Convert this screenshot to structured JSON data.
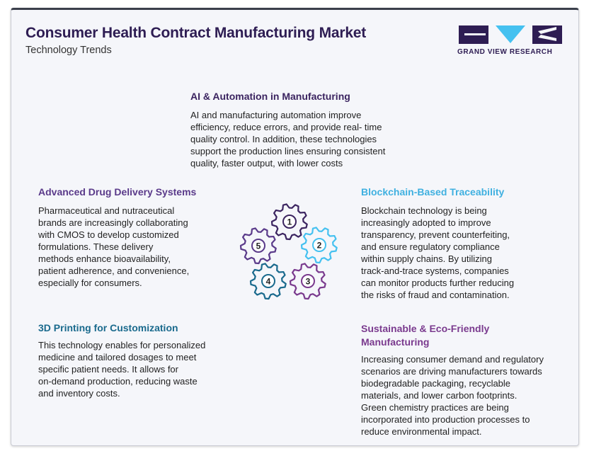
{
  "header": {
    "title": "Consumer Health Contract Manufacturing Market",
    "subtitle": "Technology Trends"
  },
  "logo": {
    "text": "GRAND VIEW RESEARCH",
    "color": "#2e1d53",
    "accent": "#45c1f0"
  },
  "sections": {
    "ai": {
      "title": "AI & Automation in Manufacturing",
      "body": "AI and manufacturing automation improve\nefficiency, reduce errors, and provide real- time\nquality control. In addition, these technologies\nsupport the production lines ensuring consistent\nquality, faster output, with lower costs"
    },
    "drug": {
      "title": "Advanced Drug Delivery Systems",
      "body": "Pharmaceutical and nutraceutical\nbrands are increasingly collaborating\nwith CMOS to develop customized\nformulations. These delivery\nmethods enhance bioavailability,\npatient adherence, and convenience,\nespecially for consumers."
    },
    "blockchain": {
      "title": "Blockchain-Based Traceability",
      "body": "Blockchain technology is being\nincreasingly adopted to improve\ntransparency, prevent counterfeiting,\nand ensure regulatory compliance\nwithin supply chains. By utilizing\ntrack-and-trace systems, companies\ncan monitor products further reducing\nthe risks of fraud and contamination."
    },
    "printing": {
      "title": "3D Printing for Customization",
      "body": "This technology enables for personalized\nmedicine and tailored dosages to meet\nspecific patient needs. It allows for\non-demand production, reducing waste\nand inventory costs."
    },
    "sustainable": {
      "title": "Sustainable & Eco-Friendly\nManufacturing",
      "body": "Increasing consumer demand and regulatory\nscenarios are driving manufacturers towards\nbiodegradable packaging, recyclable\nmaterials, and lower carbon footprints.\nGreen chemistry practices are being\nincorporated into production processes to\nreduce environmental impact."
    }
  },
  "gears": [
    {
      "label": "1",
      "color": "#3b2460"
    },
    {
      "label": "2",
      "color": "#45c1f0"
    },
    {
      "label": "3",
      "color": "#7a3a8e"
    },
    {
      "label": "4",
      "color": "#1a6a8d"
    },
    {
      "label": "5",
      "color": "#5a3a8a"
    }
  ]
}
